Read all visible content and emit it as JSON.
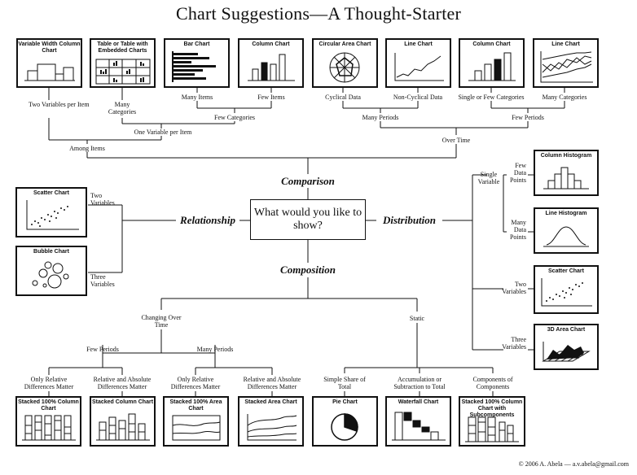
{
  "title": "Chart Suggestions—A Thought-Starter",
  "center_question": "What would you like to show?",
  "categories": {
    "comparison": "Comparison",
    "relationship": "Relationship",
    "distribution": "Distribution",
    "composition": "Composition"
  },
  "charts": {
    "variable_width_column": "Variable Width Column Chart",
    "table_embedded": "Table or Table with Embedded Charts",
    "bar": "Bar Chart",
    "column": "Column Chart",
    "circular_area": "Circular Area Chart",
    "line": "Line Chart",
    "column2": "Column Chart",
    "line2": "Line Chart",
    "scatter": "Scatter Chart",
    "bubble": "Bubble Chart",
    "column_histogram": "Column Histogram",
    "line_histogram": "Line Histogram",
    "scatter2": "Scatter Chart",
    "area3d": "3D Area Chart",
    "stacked100_column": "Stacked 100% Column Chart",
    "stacked_column": "Stacked Column Chart",
    "stacked100_area": "Stacked 100% Area Chart",
    "stacked_area": "Stacked Area Chart",
    "pie": "Pie Chart",
    "waterfall": "Waterfall Chart",
    "stacked100_sub": "Stacked 100% Column Chart with Subcomponents"
  },
  "labels": {
    "two_vars_per_item": "Two Variables per Item",
    "many_categories": "Many Categories",
    "many_items": "Many Items",
    "few_items": "Few Items",
    "cyclical": "Cyclical Data",
    "non_cyclical": "Non-Cyclical Data",
    "single_few_categories": "Single or Few Categories",
    "many_categories2": "Many Categories",
    "few_categories": "Few Categories",
    "many_periods": "Many Periods",
    "few_periods": "Few Periods",
    "one_var_per_item": "One Variable per Item",
    "among_items": "Among Items",
    "over_time": "Over Time",
    "two_variables": "Two Variables",
    "three_variables": "Three Variables",
    "single_variable": "Single Variable",
    "few_data_points": "Few Data Points",
    "many_data_points": "Many Data Points",
    "dist_two_variables": "Two Variables",
    "dist_three_variables": "Three Variables",
    "changing_over_time": "Changing Over Time",
    "static": "Static",
    "comp_few_periods": "Few Periods",
    "comp_many_periods": "Many Periods",
    "only_relative_1": "Only Relative Differences Matter",
    "rel_abs_1": "Relative and Absolute Differences Matter",
    "only_relative_2": "Only Relative Differences Matter",
    "rel_abs_2": "Relative and Absolute Differences Matter",
    "simple_share": "Simple Share of Total",
    "accumulation": "Accumulation or Subtraction to Total",
    "components": "Components of Components"
  },
  "footer": "© 2006  A. Abela — a.v.abela@gmail.com"
}
